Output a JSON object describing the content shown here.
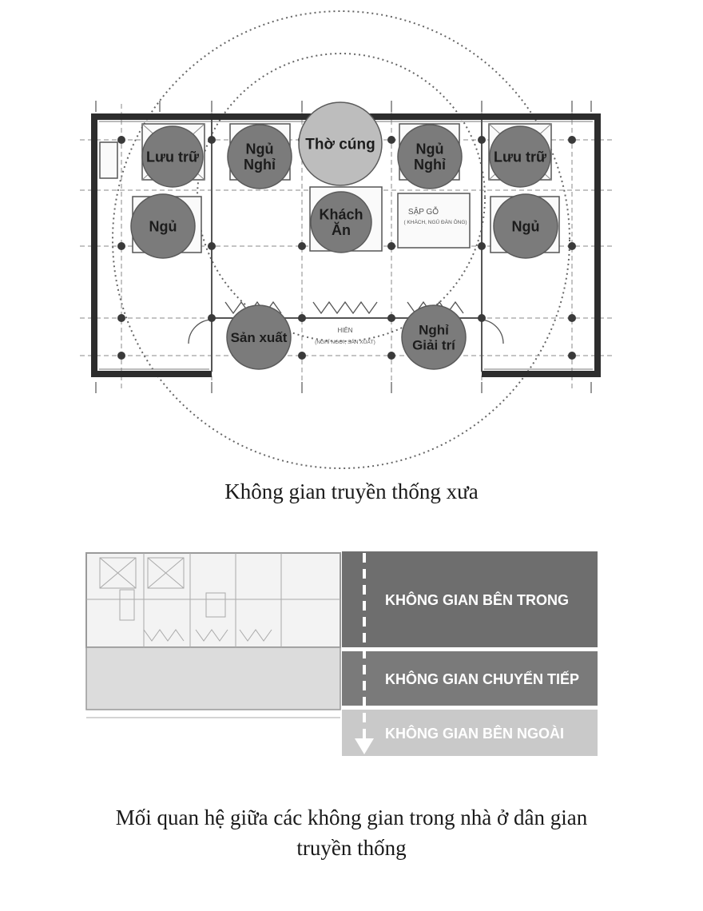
{
  "diagram1": {
    "bubbles": [
      {
        "id": "luu-tru-left",
        "lines": [
          "Lưu trữ"
        ]
      },
      {
        "id": "ngu-nghi-left",
        "lines": [
          "Ngủ",
          "Nghỉ"
        ]
      },
      {
        "id": "tho-cung",
        "lines": [
          "Thờ cúng"
        ]
      },
      {
        "id": "ngu-nghi-right",
        "lines": [
          "Ngủ",
          "Nghỉ"
        ]
      },
      {
        "id": "luu-tru-right",
        "lines": [
          "Lưu trữ"
        ]
      },
      {
        "id": "ngu-left",
        "lines": [
          "Ngủ"
        ]
      },
      {
        "id": "khach-an",
        "lines": [
          "Khách",
          "Ăn"
        ]
      },
      {
        "id": "ngu-right",
        "lines": [
          "Ngủ"
        ]
      },
      {
        "id": "san-xuat",
        "lines": [
          "Sản xuất"
        ]
      },
      {
        "id": "nghi-giai-tri",
        "lines": [
          "Nghỉ",
          "Giải trí"
        ]
      }
    ],
    "plan_notes": {
      "sap_go": "SẬP GỖ",
      "sap_go_sub": "( KHÁCH, NGỦ ĐÀN ÔNG)",
      "hien": "HIÊN",
      "hien_sub": "(NGHỈ NGƠI, SẢN XUẤT)"
    },
    "caption": "Không gian truyền thống xưa"
  },
  "diagram2": {
    "zones": [
      {
        "id": "inner",
        "label": "KHÔNG GIAN BÊN TRONG",
        "color": "#6e6e6e"
      },
      {
        "id": "transition",
        "label": "KHÔNG GIAN CHUYỂN TIẾP",
        "color": "#7a7a7a"
      },
      {
        "id": "outer",
        "label": "KHÔNG GIAN BÊN NGOÀI",
        "color": "#c9c9c9"
      }
    ],
    "caption_line1": "Mối quan hệ giữa các không gian trong nhà ở dân gian",
    "caption_line2": "truyền thống"
  },
  "colors": {
    "bubble": "#7b7b7b",
    "bubble_center": "#bdbdbd",
    "wall": "#2d2d2d",
    "plan_line": "#444444"
  }
}
